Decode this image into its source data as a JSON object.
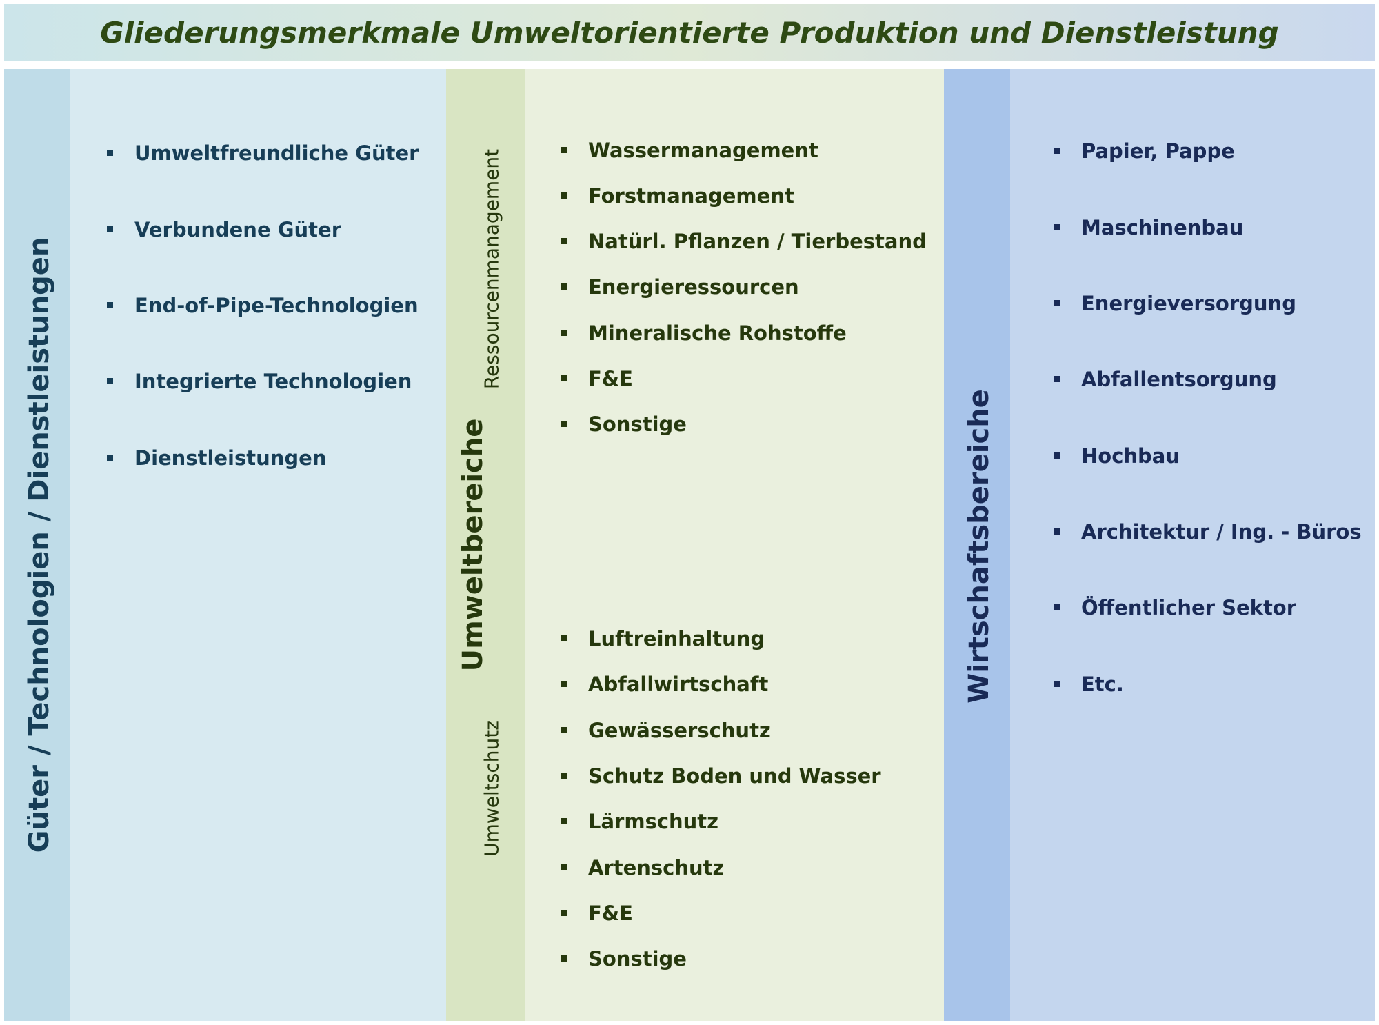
{
  "title": "Gliederungsmerkmale Umweltorientierte Produktion und Dienstleistung",
  "left": {
    "label": "Güter  /  Technologien  /  Dienstleistungen",
    "items": [
      "Umweltfreundliche Güter",
      "Verbundene Güter",
      "End-of-Pipe-Technologien",
      "Integrierte Technologien",
      "Dienstleistungen"
    ]
  },
  "middle": {
    "label": "Umweltbereiche",
    "group1": {
      "label": "Ressourcenmanagement",
      "items": [
        "Wassermanagement",
        "Forstmanagement",
        "Natürl.  Pflanzen / Tierbestand",
        "Energieressourcen",
        "Mineralische Rohstoffe",
        "F&E",
        "Sonstige"
      ]
    },
    "group2": {
      "label": "Umweltschutz",
      "items": [
        "Luftreinhaltung",
        "Abfallwirtschaft",
        "Gewässerschutz",
        "Schutz Boden und Wasser",
        "Lärmschutz",
        "Artenschutz",
        "F&E",
        "Sonstige"
      ]
    }
  },
  "right": {
    "label": "Wirtschaftsbereiche",
    "items": [
      "Papier, Pappe",
      "Maschinenbau",
      "Energieversorgung",
      "Abfallentsorgung",
      "Hochbau",
      "Architektur / Ing. - Büros",
      "Öffentlicher Sektor",
      "Etc."
    ]
  },
  "colors": {
    "left_band": "#bfdce8",
    "left_body": "#d8eaf1",
    "left_text": "#173e57",
    "mid_band": "#d9e5c3",
    "mid_body": "#eaf0de",
    "mid_text": "#26380d",
    "right_band": "#a8c4ea",
    "right_body": "#c4d6ee",
    "right_text": "#192a56"
  }
}
